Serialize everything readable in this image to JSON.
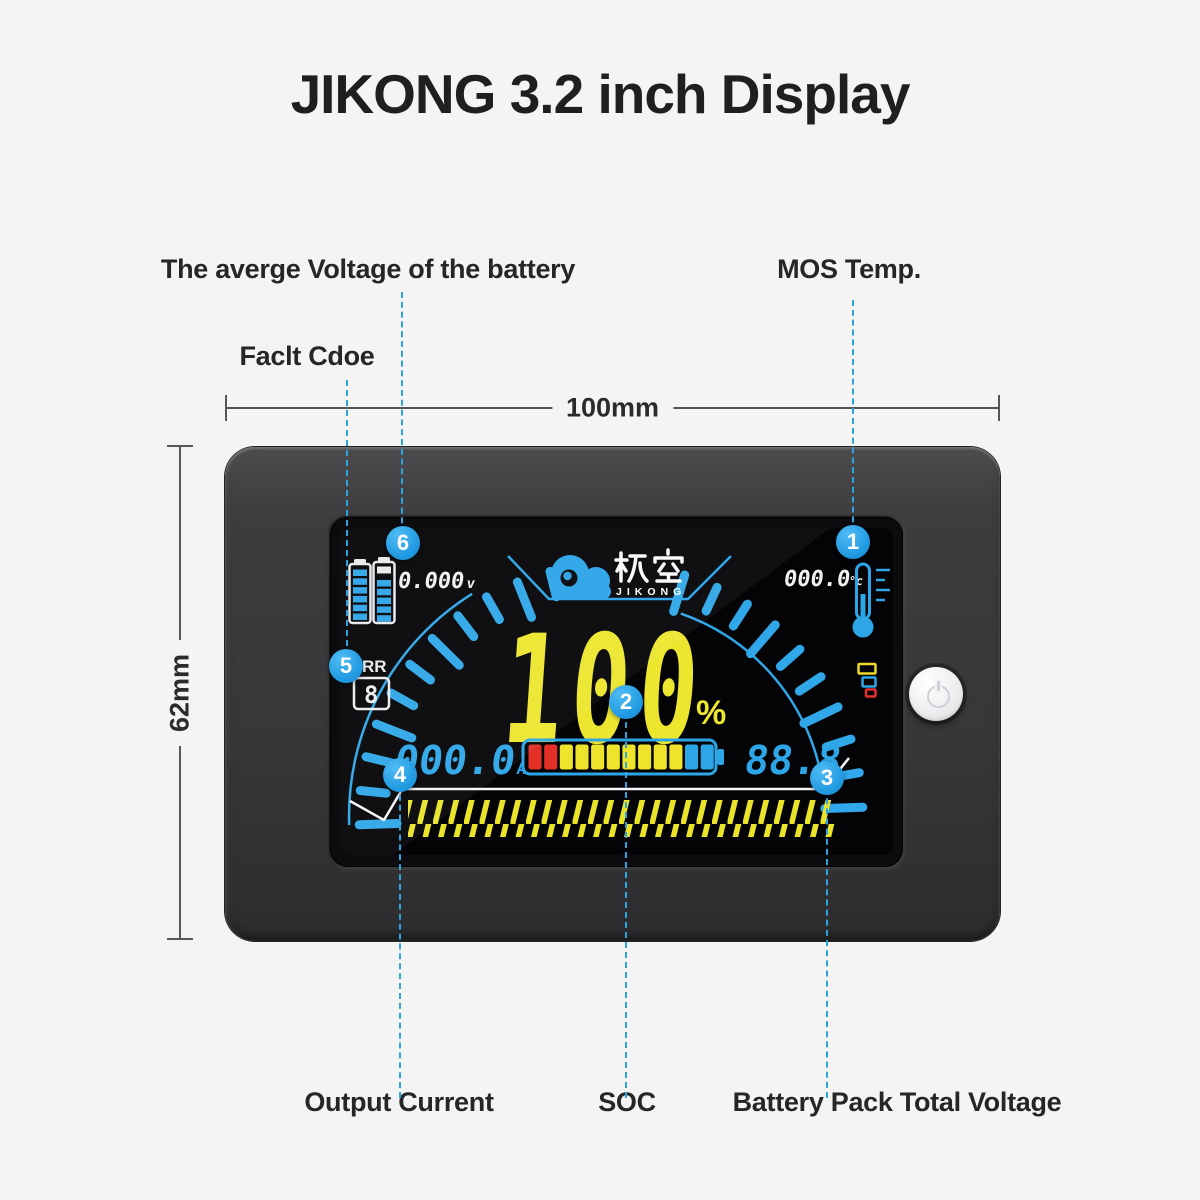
{
  "title": "JIKONG 3.2 inch Display",
  "dimensions": {
    "width_label": "100mm",
    "height_label": "62mm"
  },
  "labels": {
    "avg_voltage": "The averge Voltage of the battery",
    "mos_temp": "MOS Temp.",
    "fault_code": "Faclt Cdoe",
    "output_current": "Output Current",
    "soc": "SOC",
    "total_voltage": "Battery Pack Total Voltage"
  },
  "callout_numbers": {
    "mos_temp": "1",
    "soc": "2",
    "total_voltage": "3",
    "output_current": "4",
    "fault_code": "5",
    "avg_voltage": "6"
  },
  "lcd": {
    "avg_voltage_value": "0.000",
    "avg_voltage_unit": "v",
    "temp_value": "000.0",
    "temp_unit": "°c",
    "brand_cn": "极空",
    "brand_en": "JIKONG",
    "soc_value": "100",
    "soc_unit": "%",
    "fault_label": "RR",
    "fault_digit": "8",
    "current_value": "000.0",
    "current_unit": "A",
    "pack_voltage_value": "88.8",
    "pack_voltage_unit": "v",
    "battery_bar": {
      "segments_total": 12,
      "segments": [
        "red",
        "red",
        "yellow",
        "yellow",
        "yellow",
        "yellow",
        "yellow",
        "yellow",
        "yellow",
        "yellow",
        "blue",
        "blue"
      ]
    }
  },
  "colors": {
    "accent_blue": "#2ba4e0",
    "lcd_blue": "#2da6e8",
    "lcd_yellow": "#efe42c",
    "lcd_red": "#e23026",
    "lcd_white": "#f1f1f3",
    "device_gray": "#3b3b3d",
    "background": "#f4f4f5"
  }
}
